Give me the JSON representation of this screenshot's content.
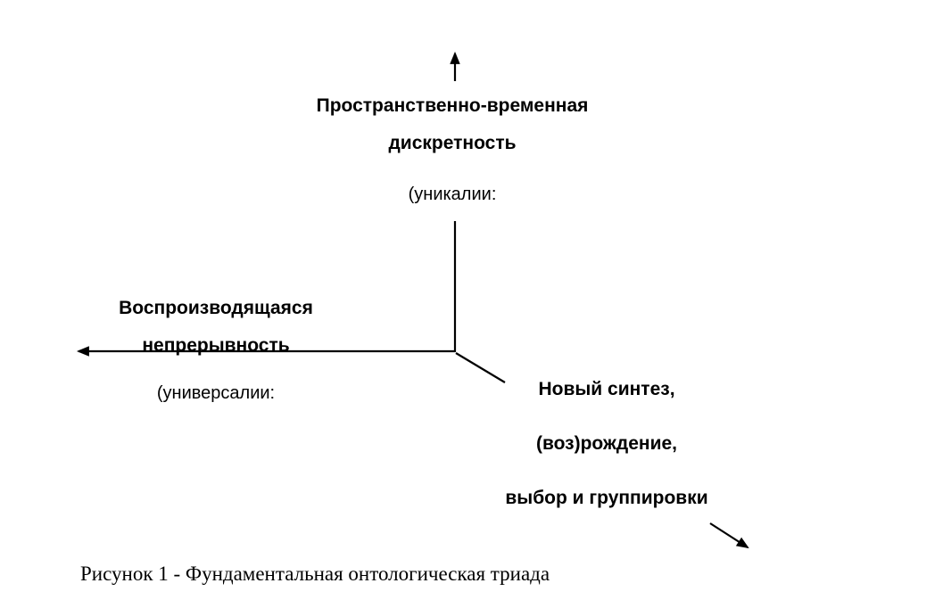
{
  "diagram": {
    "top_axis": {
      "title_line1": "Пространственно-временная",
      "title_line2": "дискретность",
      "subtitle": "(уникалии:"
    },
    "left_axis": {
      "title_line1": "Воспроизводящаяся",
      "title_line2": "непрерывность",
      "subtitle": "(универсалии:"
    },
    "right_axis": {
      "line1": "Новый синтез,",
      "line2": "(воз)рождение,",
      "line3": "выбор и группировки"
    },
    "caption": "Рисунок 1 - Фундаментальная онтологическая триада",
    "colors": {
      "line": "#000000",
      "text": "#000000",
      "background": "#ffffff"
    }
  }
}
